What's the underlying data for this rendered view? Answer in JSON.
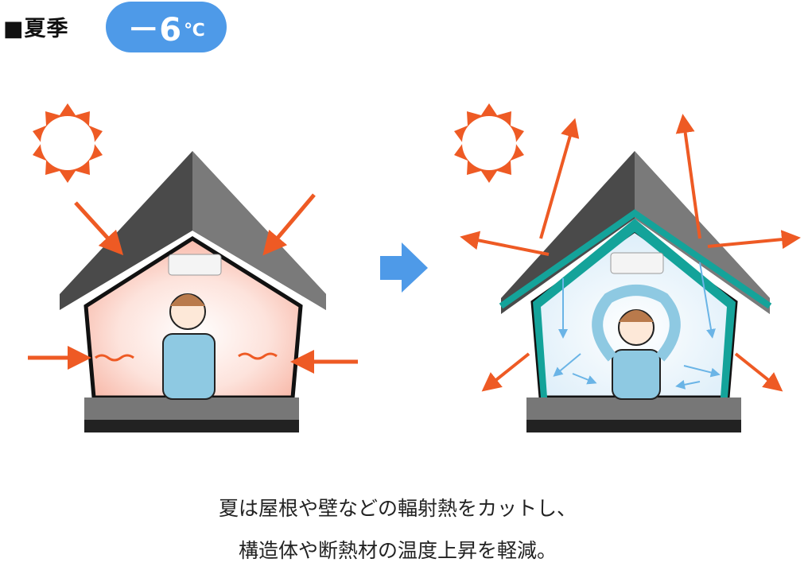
{
  "header": {
    "title": "■夏季",
    "temperature_value": "－6",
    "temperature_unit": "℃"
  },
  "caption": {
    "line1": "夏は屋根や壁などの輻射熱をカットし、",
    "line2": "構造体や断熱材の温度上昇を軽減。"
  },
  "colors": {
    "badge": "#4e9ae8",
    "heat_arrow": "#ee5a24",
    "cool_arrow": "#6ab4e6",
    "insulation": "#14a39a",
    "roof": "#3a3a3a"
  }
}
